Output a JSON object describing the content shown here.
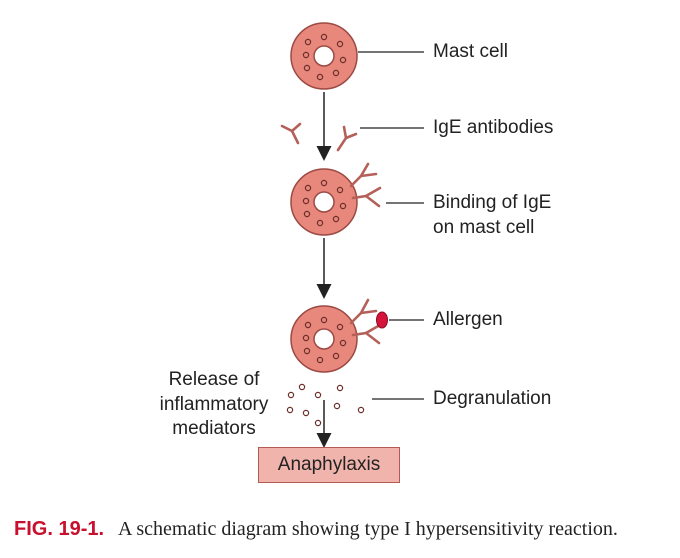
{
  "diagram": {
    "labels": {
      "mast_cell": "Mast cell",
      "ige_antibodies": "IgE antibodies",
      "binding_line1": "Binding of IgE",
      "binding_line2": "on mast cell",
      "allergen": "Allergen",
      "release_line1": "Release of",
      "release_line2": "inflammatory",
      "release_line3": "mediators",
      "degranulation": "Degranulation",
      "anaphylaxis": "Anaphylaxis"
    },
    "colors": {
      "cell_fill": "#e8877c",
      "cell_stroke": "#9c4a44",
      "antibody": "#b46058",
      "allergen": "#d4143a",
      "box_fill": "#f1b4ac",
      "caption_accent": "#c8102e"
    }
  },
  "caption": {
    "number": "FIG. 19-1.",
    "text": "A schematic diagram showing type I hypersensitivity reaction."
  }
}
